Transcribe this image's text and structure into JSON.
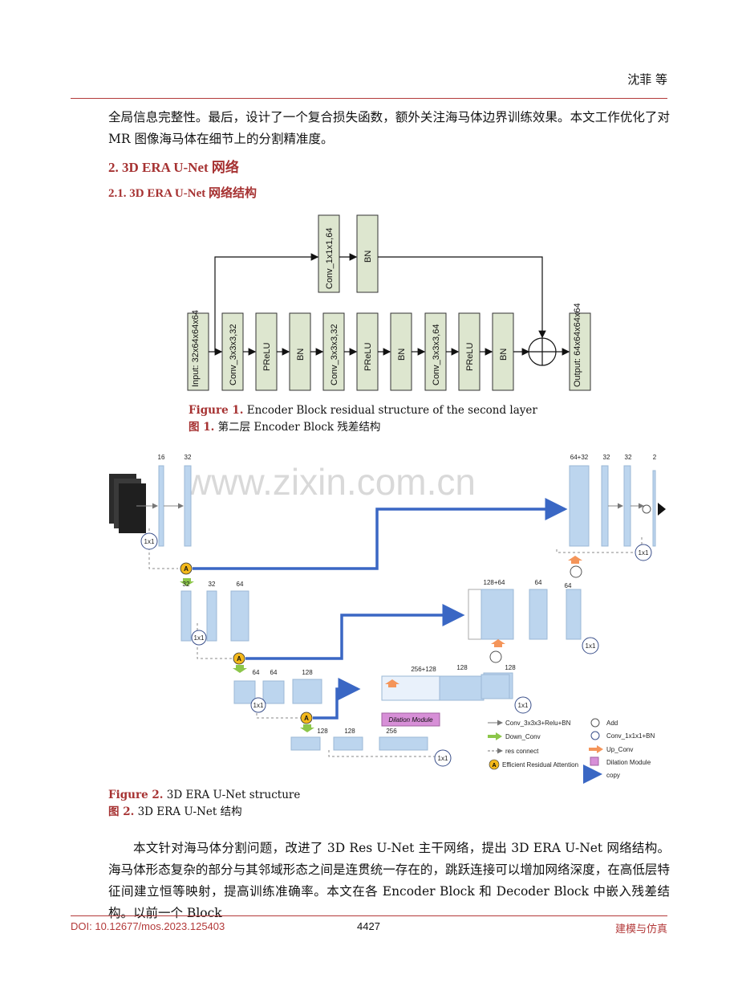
{
  "header": {
    "author": "沈菲 等"
  },
  "intro_paragraph": "全局信息完整性。最后，设计了一个复合损失函数，额外关注海马体边界训练效果。本文工作优化了对MR 图像海马体在细节上的分割精准度。",
  "section_title": "2. 3D ERA U-Net 网络",
  "subsection_title": "2.1. 3D ERA U-Net 网络结构",
  "figure1": {
    "blocks": {
      "input": "Input: 32x64x64x64",
      "conv1": "Conv_3x3x3,32",
      "prelu1": "PReLU",
      "bn1": "BN",
      "conv2": "Conv_3x3x3,32",
      "prelu2": "PReLU",
      "bn2": "BN",
      "conv3": "Conv_3x3x3,64",
      "prelu3": "PReLU",
      "bn3": "BN",
      "output": "Output: 64x64x64x64",
      "skip_conv": "Conv_1x1x1,64",
      "skip_bn": "BN"
    },
    "caption_en_label": "Figure 1.",
    "caption_en_text": " Encoder Block residual structure of the second layer",
    "caption_cn_label": "图 1.",
    "caption_cn_text": " 第二层 Encoder Block 残差结构"
  },
  "figure2": {
    "labels": {
      "e1a": "16",
      "e1b": "32",
      "e2a": "32",
      "e2b": "32",
      "e2c": "64",
      "e3a": "64",
      "e3b": "64",
      "e3c": "128",
      "e4a": "128",
      "e4b": "128",
      "e4c": "256",
      "d3a": "256+128",
      "d3b": "128",
      "d3c": "128",
      "d2a": "128+64",
      "d2b": "64",
      "d2c": "64",
      "d1a": "64+32",
      "d1b": "32",
      "d1c": "32",
      "d1d": "2",
      "one_by_one": "1x1",
      "attention": "A",
      "dilation": "Dilation Module",
      "watermark": "www.zixin.com.cn"
    },
    "legend": [
      {
        "label": "Conv_3x3x3+Relu+BN",
        "icon": "gray-arrow"
      },
      {
        "label": "Down_Conv",
        "icon": "green-arrow"
      },
      {
        "label": "res connect",
        "icon": "dashed-arrow"
      },
      {
        "label": "Efficient Residual Attention",
        "icon": "attention-badge"
      },
      {
        "label": "Add",
        "icon": "add-circle"
      },
      {
        "label": "Conv_1x1x1+BN",
        "icon": "one-by-one-circle"
      },
      {
        "label": "Up_Conv",
        "icon": "orange-arrow"
      },
      {
        "label": "Dilation Module",
        "icon": "pink-cube"
      },
      {
        "label": "copy",
        "icon": "blue-arrow"
      }
    ],
    "colors": {
      "block": "#bcd5ee",
      "block_side": "#9bb8d6",
      "copy": "#3a67c4",
      "attention": "#f3b81b",
      "down": "#8cc64a",
      "up": "#f4955a",
      "dilation": "#d78fd7"
    },
    "caption_en_label": "Figure 2.",
    "caption_en_text": " 3D ERA U-Net structure",
    "caption_cn_label": "图 2.",
    "caption_cn_text": " 3D ERA U-Net  结构"
  },
  "body_paragraph": "本文针对海马体分割问题，改进了 3D Res U-Net 主干网络，提出 3D ERA U-Net 网络结构。海马体形态复杂的部分与其邻域形态之间是连贯统一存在的，跳跃连接可以增加网络深度，在高低层特征间建立恒等映射，提高训练准确率。本文在各 Encoder Block 和 Decoder Block 中嵌入残差结构。以前一个 Block",
  "footer": {
    "doi": "DOI: 10.12677/mos.2023.125403",
    "page": "4427",
    "journal": "建模与仿真"
  }
}
